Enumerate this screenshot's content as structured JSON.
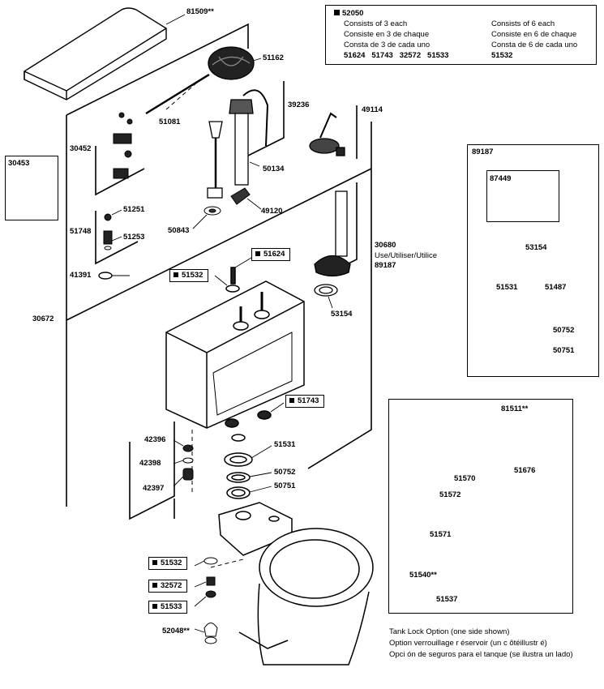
{
  "kit": {
    "number": "52050",
    "left_lines": [
      "Consists of 3 each",
      "Consiste en 3 de chaque",
      "Consta de 3 de cada uno"
    ],
    "left_parts": [
      "51624",
      "51743",
      "32572",
      "51533"
    ],
    "right_lines": [
      "Consists of 6 each",
      "Consiste en 6 de chaque",
      "Consta de 6 de cada uno"
    ],
    "right_parts": [
      "51532"
    ]
  },
  "labels": {
    "p81509": "81509**",
    "p51162": "51162",
    "p51081": "51081",
    "p39236": "39236",
    "p49114": "49114",
    "p30452": "30452",
    "p30453": "30453",
    "p50134": "50134",
    "p51251": "51251",
    "p51748": "51748",
    "p51253": "51253",
    "p49120": "49120",
    "p50843": "50843",
    "p41391": "41391",
    "p30672": "30672",
    "p30680": "30680",
    "use_line": "Use/Utiliser/Utilice",
    "p89187b": "89187",
    "p53154": "53154",
    "p89187": "89187",
    "p87449": "87449",
    "p53154b": "53154",
    "p51531b": "51531",
    "p51487": "51487",
    "p50752b": "50752",
    "p50751b": "50751",
    "p42396": "42396",
    "p42398": "42398",
    "p42397": "42397",
    "p51531": "51531",
    "p50752": "50752",
    "p50751": "50751",
    "p81511": "81511**",
    "p51570": "51570",
    "p51676": "51676",
    "p51572": "51572",
    "p51571": "51571",
    "p51540": "51540**",
    "p51537": "51537",
    "p52048": "52048**"
  },
  "boxed": {
    "b51624": "51624",
    "b51532": "51532",
    "b51743": "51743",
    "b51532b": "51532",
    "b32572": "32572",
    "b51533": "51533"
  },
  "note": {
    "line1": "Tank Lock Option   (one side shown)",
    "line2": "Option verrouillage r  éservoir (un c ôtéillustr é)",
    "line3": "Opci ón de seguros para el tanque (se ilustra un lado)"
  }
}
